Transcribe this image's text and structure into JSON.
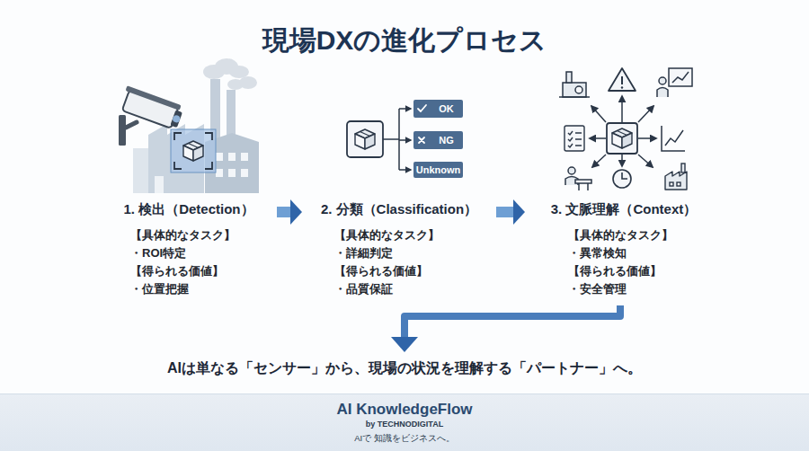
{
  "diagram": {
    "title": "現場DXの進化プロセス",
    "nodes": [
      {
        "text": [
          "1. 検出（Detection）",
          "【具体的なタスク】",
          "・ROI特定",
          "【得られる価値】",
          "・位置把握"
        ]
      },
      {
        "text": [
          "2. 分類（Classification）",
          "【具体的なタスク】",
          "・詳細判定",
          "【得られる価値】",
          "・品質保証"
        ]
      },
      {
        "text": [
          "OK"
        ],
        "in": 1
      },
      {
        "text": [
          "NG"
        ],
        "in": 1
      },
      {
        "text": [
          "Unknown"
        ],
        "in": 1
      },
      {
        "text": [
          "3. 文脈理解（Context）",
          "【具体的なタスク】",
          "・異常検知",
          "【得られる価値】",
          "・安全管理"
        ]
      },
      {
        "text": [
          "AIは単なる「センサー」から、現場の状況を理解する「パートナー」へ。"
        ]
      },
      {
        "text": [
          "AI KnowledgeFlow",
          "by TECHNODIGITAL",
          "AIで 知識をビジネスへ。"
        ]
      }
    ],
    "edges": [
      {
        "from": 0,
        "to": 1,
        "arrow": "to"
      },
      {
        "from": 1,
        "to": 5,
        "arrow": "to"
      },
      {
        "from": 5,
        "to": 6,
        "arrow": "to"
      }
    ]
  }
}
